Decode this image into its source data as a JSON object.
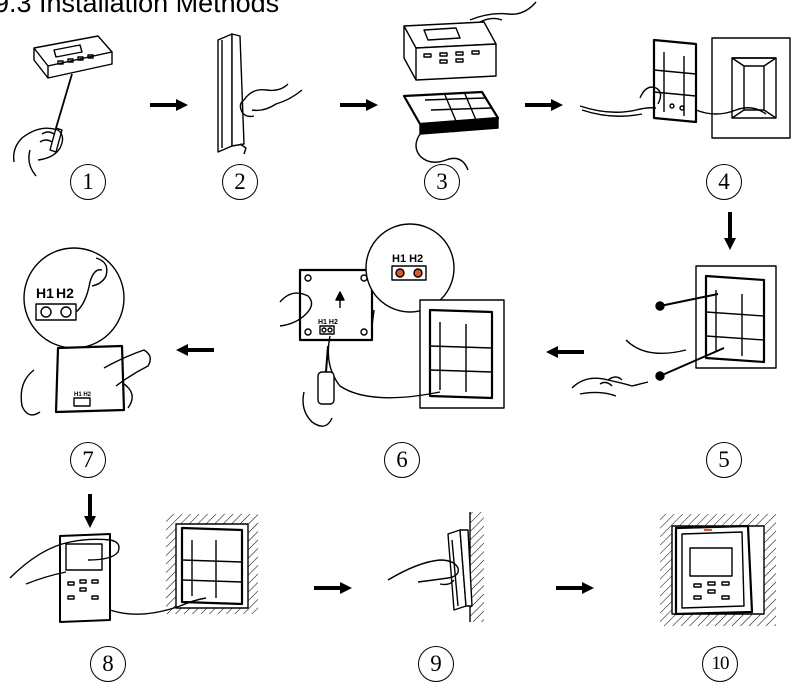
{
  "page": {
    "title": "9.3 Installation Methods",
    "steps": [
      "1",
      "2",
      "3",
      "4",
      "5",
      "6",
      "7",
      "8",
      "9",
      "10"
    ],
    "terminals": {
      "h1": "H1",
      "h2": "H2"
    }
  },
  "colors": {
    "line": "#000000",
    "terminal_accent": "#d85a2a"
  }
}
